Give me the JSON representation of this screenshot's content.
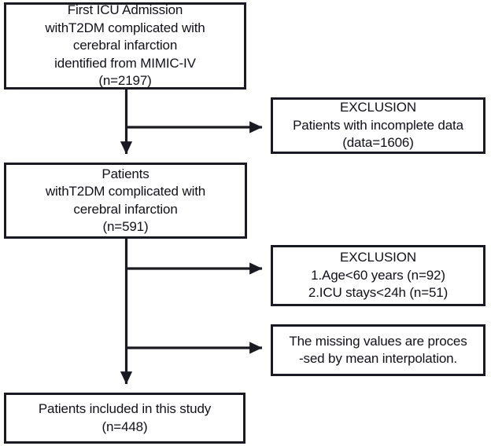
{
  "figure": {
    "type": "flowchart",
    "orientation": "top-to-bottom",
    "stroke_color": "#1a1a22",
    "text_color": "#111118",
    "background_color": "#ffffff"
  },
  "nodes": {
    "cohort_initial": {
      "lines": [
        "First ICU Admission",
        "withT2DM complicated with",
        "cerebral infarction",
        "identified from MIMIC-IV",
        "(n=2197)"
      ],
      "count_label": "(n=2197)",
      "count": 2197
    },
    "exclusion_incomplete": {
      "lines": [
        "EXCLUSION",
        "Patients with incomplete data",
        "(data=1606)"
      ],
      "heading": "EXCLUSION",
      "count_label": "(data=1606)",
      "count": 1606
    },
    "cohort_filtered": {
      "lines": [
        "Patients",
        "withT2DM complicated with",
        "cerebral infarction",
        "(n=591)"
      ],
      "count_label": "(n=591)",
      "count": 591
    },
    "exclusion_criteria": {
      "lines": [
        "EXCLUSION",
        "1.Age<60 years (n=92)",
        "2.ICU stays<24h (n=51)"
      ],
      "heading": "EXCLUSION",
      "criteria": [
        {
          "label": "1.Age<60 years (n=92)",
          "count": 92
        },
        {
          "label": "2.ICU stays<24h (n=51)",
          "count": 51
        }
      ]
    },
    "missing_values": {
      "lines": [
        "The missing values are proces",
        "-sed by mean interpolation."
      ]
    },
    "cohort_final": {
      "lines": [
        "Patients included in this study",
        "(n=448)"
      ],
      "count_label": "(n=448)",
      "count": 448
    }
  }
}
